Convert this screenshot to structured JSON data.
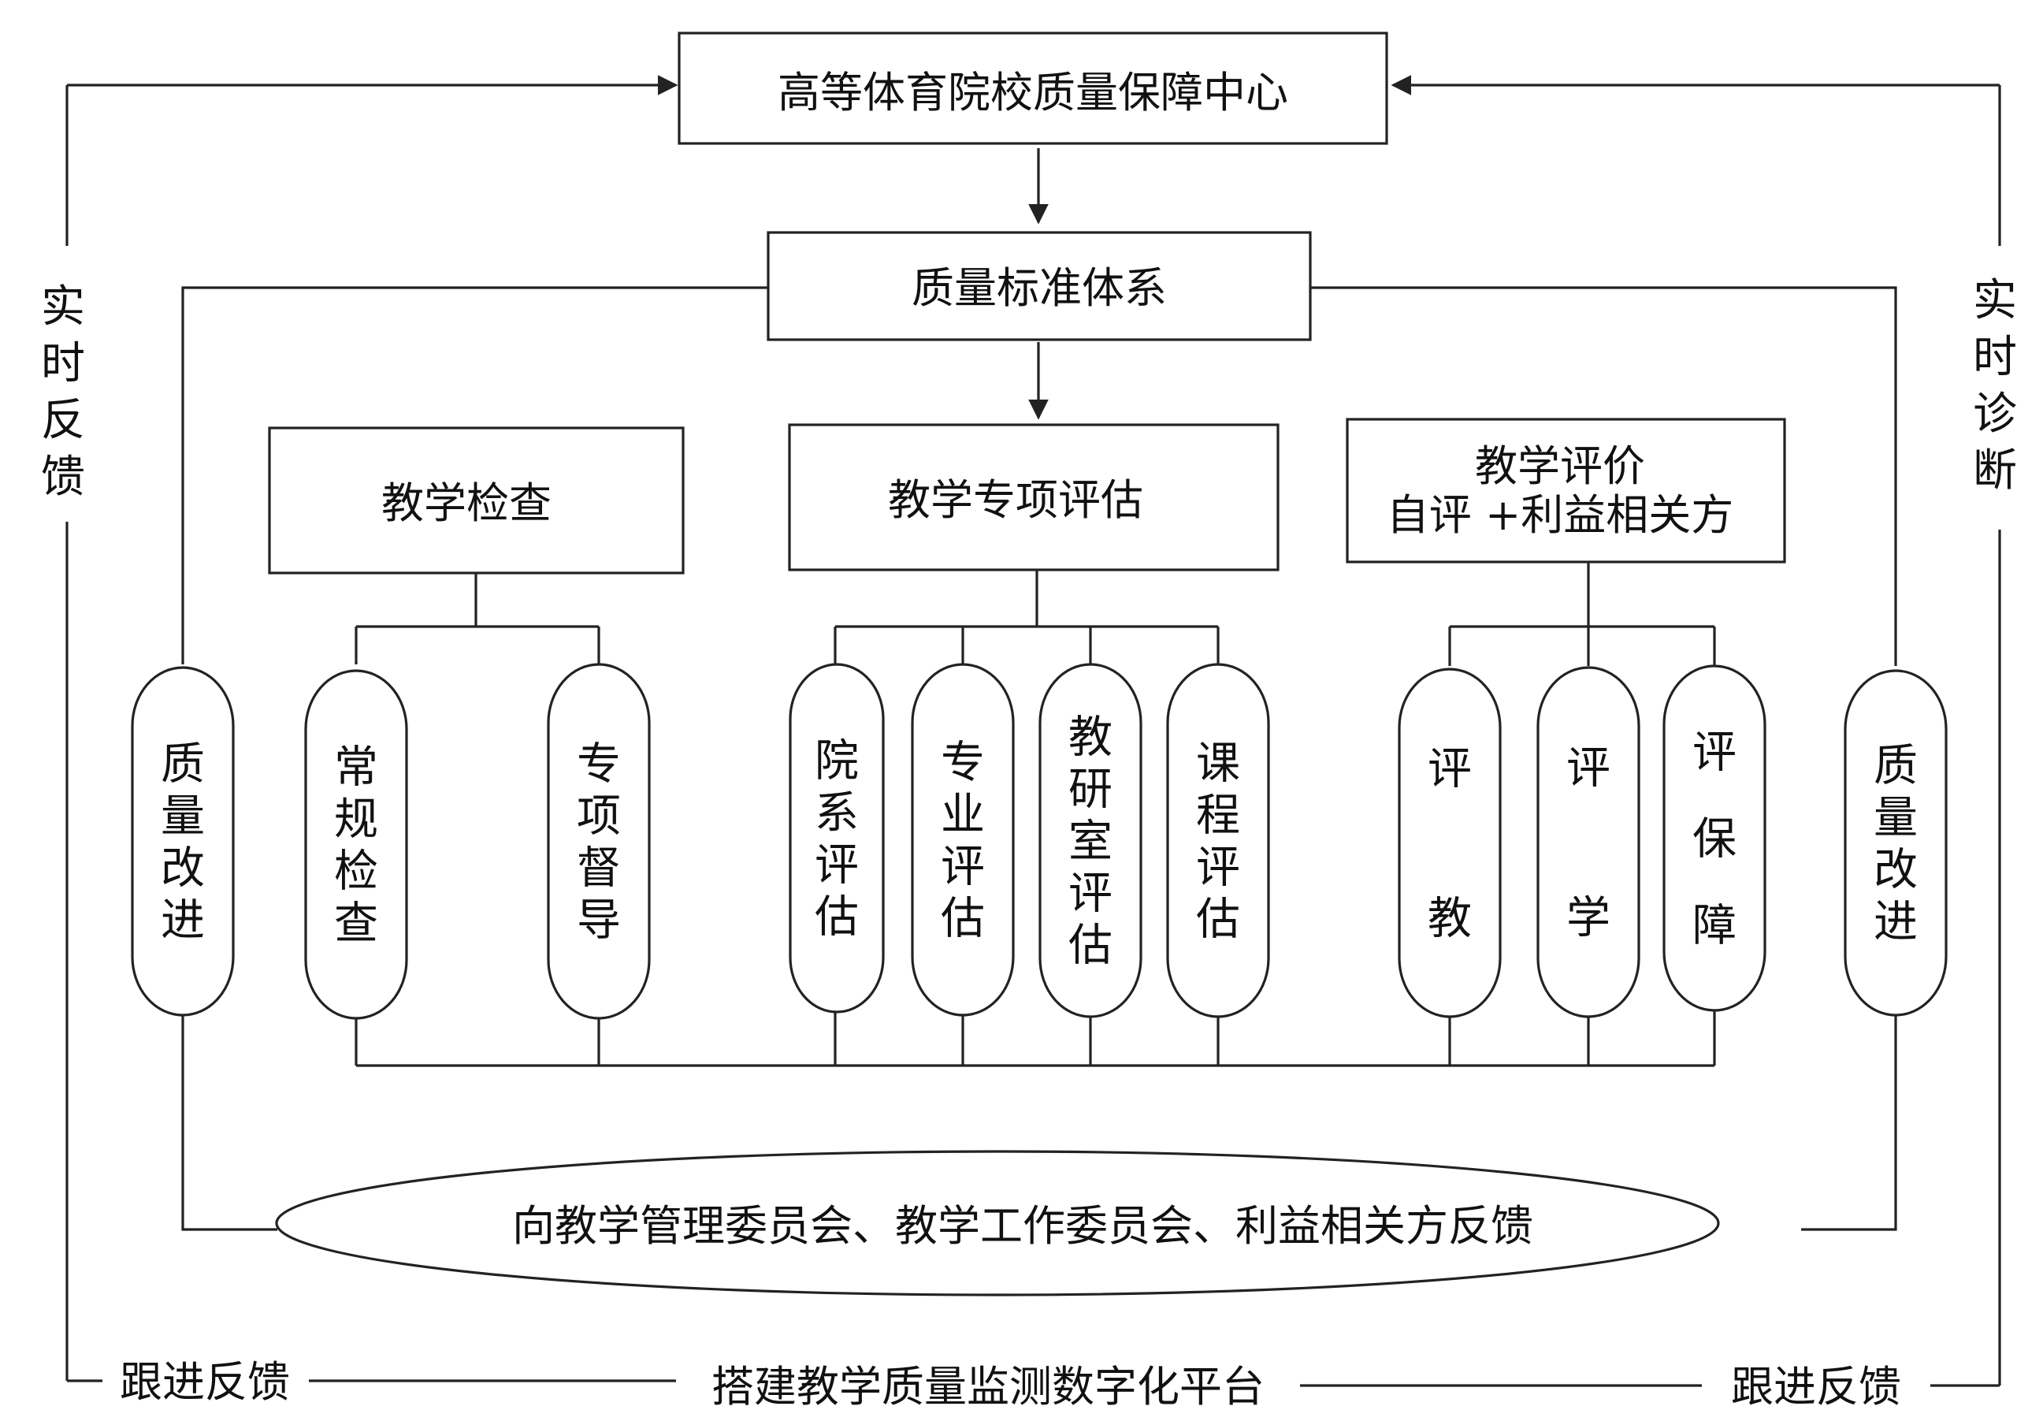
{
  "top": {
    "center": "高等体育院校质量保障中心",
    "standard": "质量标准体系"
  },
  "branches": {
    "inspection": {
      "title": "教学检查",
      "items": [
        "常规检查",
        "专项督导"
      ]
    },
    "special": {
      "title": "教学专项评估",
      "items": [
        "院系评估",
        "专业评估",
        "教研室评估",
        "课程评估"
      ]
    },
    "evaluation": {
      "title_line1": "教学评价",
      "title_line2": "自评 +利益相关方",
      "items": [
        "评教",
        "评学",
        "评保障"
      ]
    }
  },
  "quality_improve": {
    "left": "质量改进",
    "right": "质量改进"
  },
  "feedback_oval": "向教学管理委员会、教学工作委员会、利益相关方反馈",
  "sides": {
    "left": "实时反馈",
    "right": "实时诊断"
  },
  "bottom": {
    "left": "跟进反馈",
    "center": "搭建教学质量监测数字化平台",
    "right": "跟进反馈"
  }
}
